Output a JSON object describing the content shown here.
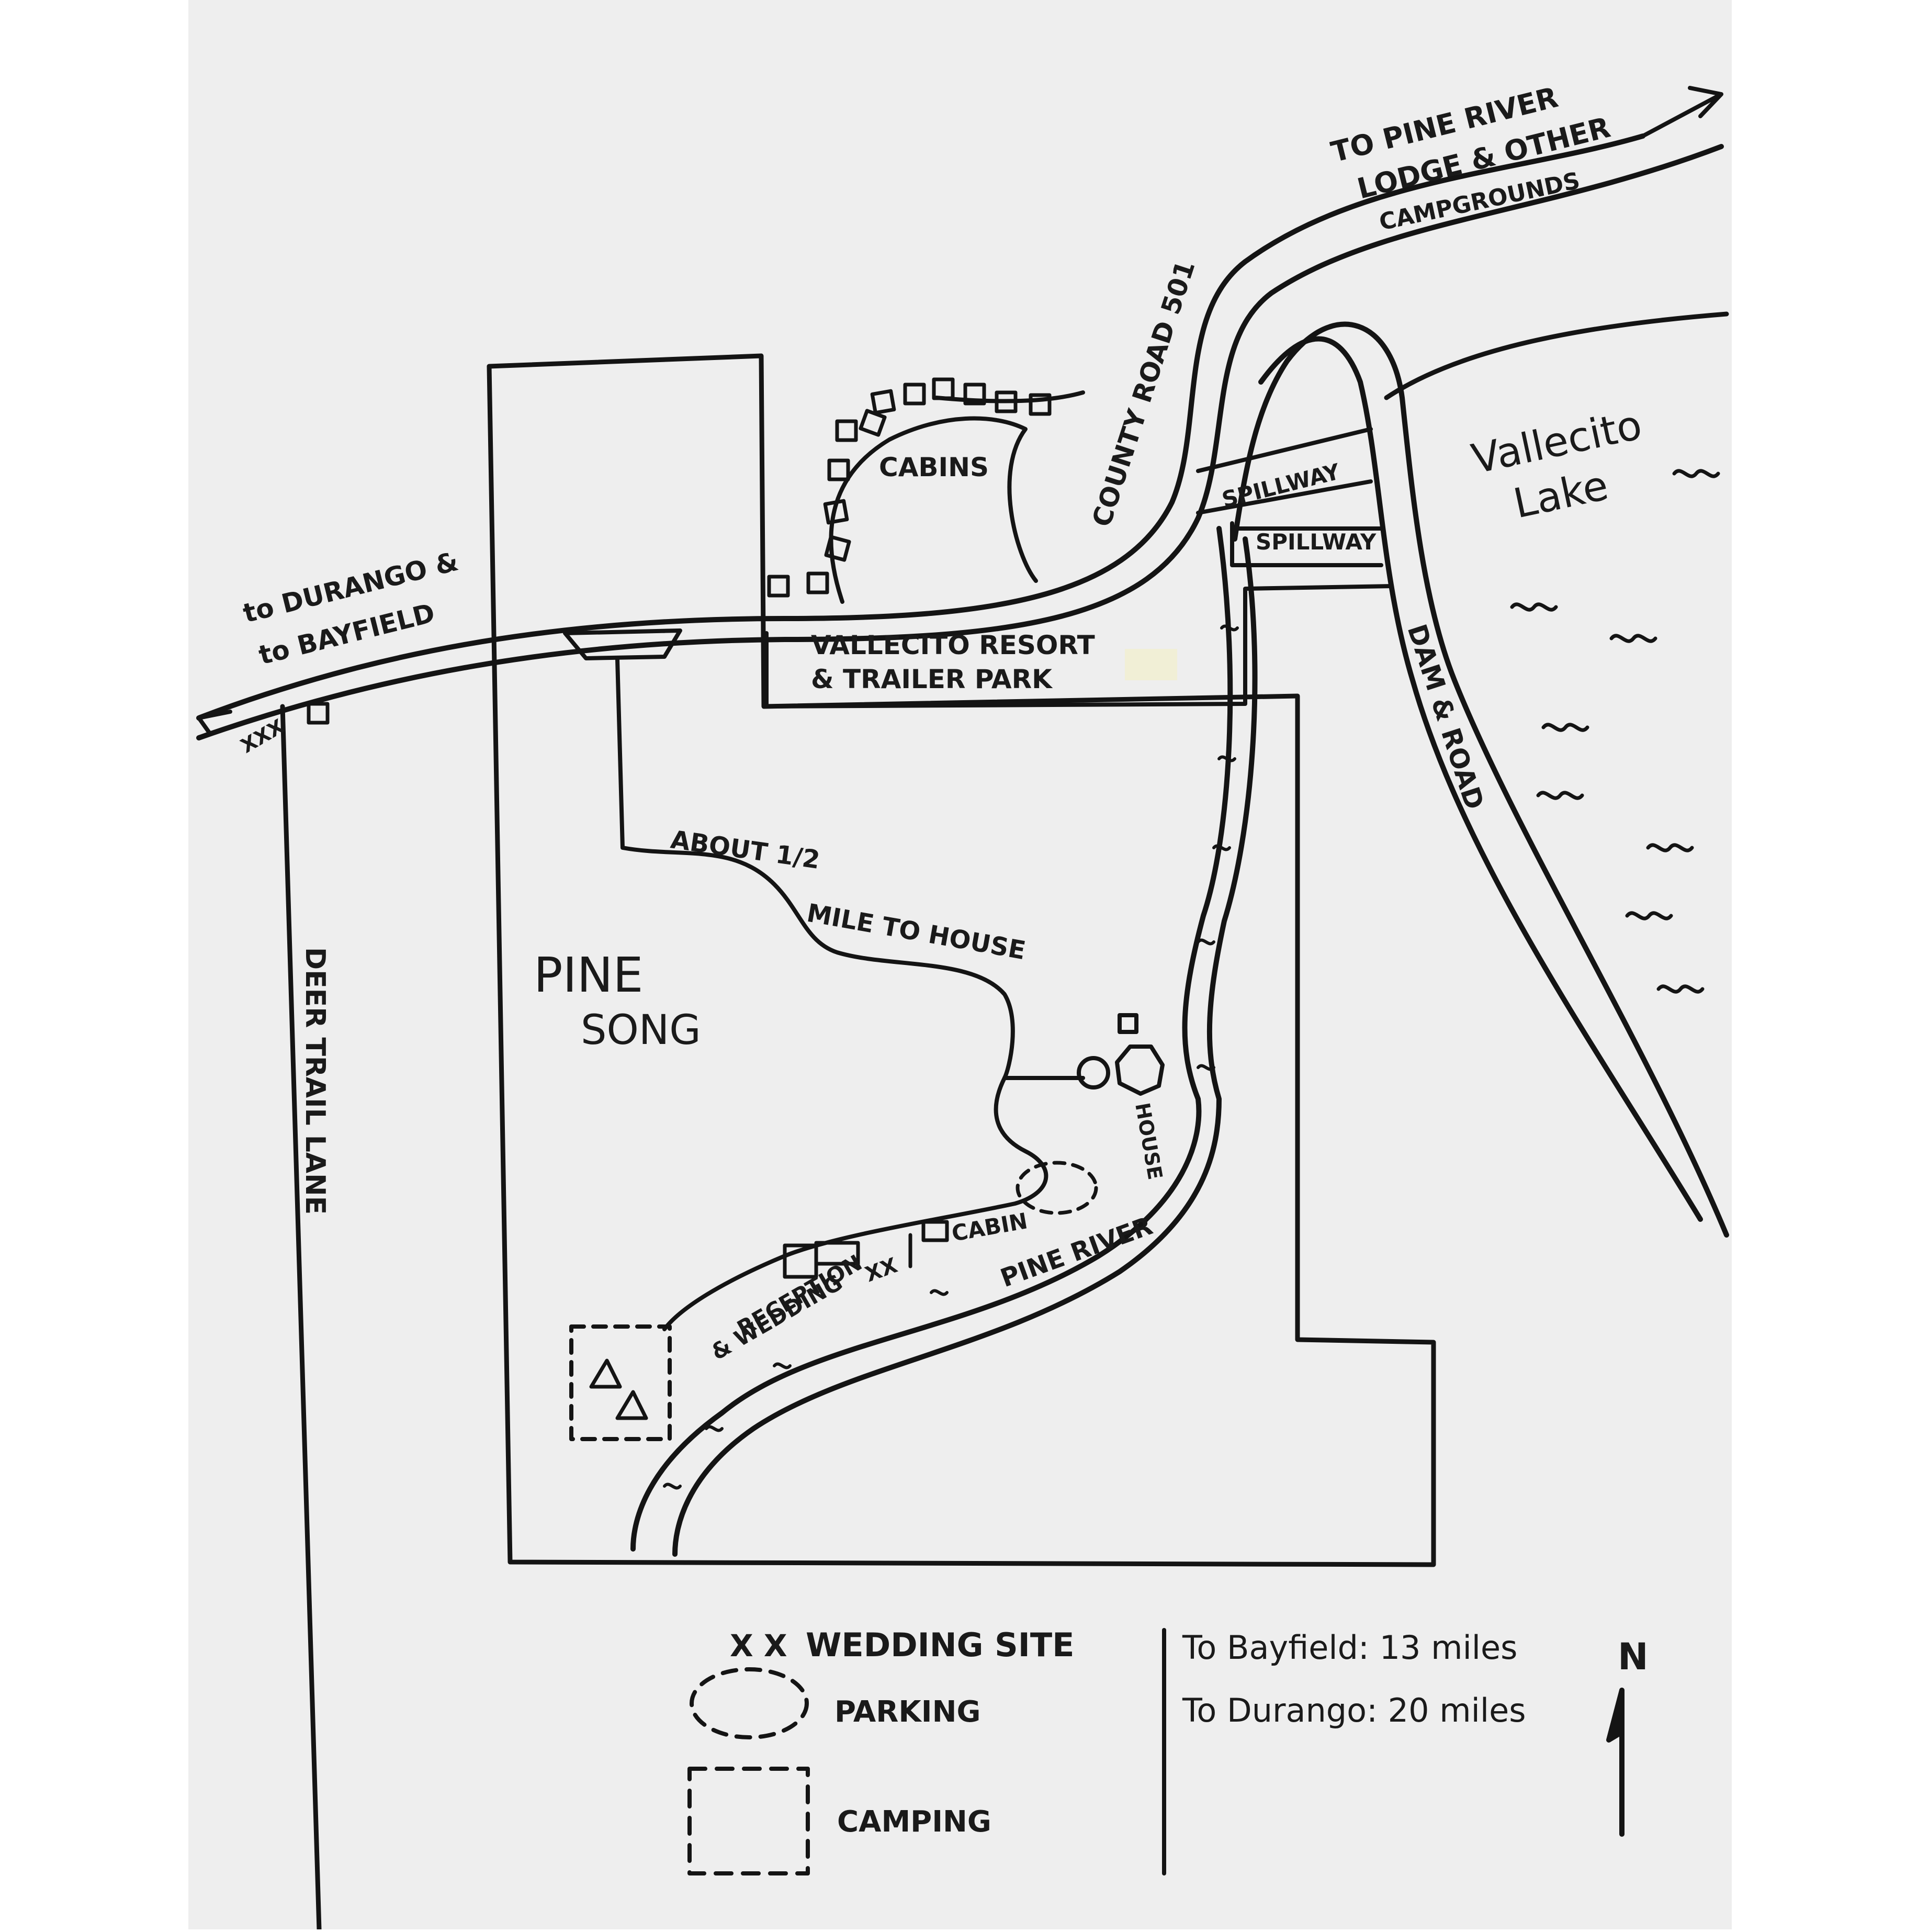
{
  "colors": {
    "paper": "#eeeeee",
    "ink": "#141414",
    "tape": "#f1efd6"
  },
  "labels": {
    "to_pine_river_1": "TO PINE RIVER",
    "to_pine_river_2": "LODGE & OTHER",
    "to_pine_river_3": "CAMPGROUNDS",
    "county_road": "COUNTY ROAD 501",
    "cabins": "CABINS",
    "spillway_1": "SPILLWAY",
    "spillway_2": "SPILLWAY",
    "lake_1": "Vallecito",
    "lake_2": "Lake",
    "to_durango_1": "to DURANGO &",
    "to_durango_2": "to BAYFIELD",
    "resort_1": "VALLECITO RESORT",
    "resort_2": "& TRAILER PARK",
    "dam_road": "DAM & ROAD",
    "xxx": "XXX",
    "half_mile_1": "ABOUT 1/2",
    "half_mile_2": "MILE TO HOUSE",
    "pine_song_1": "PINE",
    "pine_song_2": "SONG",
    "house": "HOUSE",
    "deer_trail": "DEER TRAIL LANE",
    "cabin": "CABIN",
    "pine_river": "PINE RIVER",
    "reception_1": "RECEPTION",
    "reception_xx": "XX",
    "reception_2": "& WEDDING"
  },
  "legend": {
    "wedding_marker": "X X",
    "wedding_site": "WEDDING SITE",
    "parking": "PARKING",
    "camping": "CAMPING"
  },
  "distances": {
    "bayfield": "To Bayfield: 13 miles",
    "durango": "To Durango: 20 miles"
  },
  "north": "N"
}
